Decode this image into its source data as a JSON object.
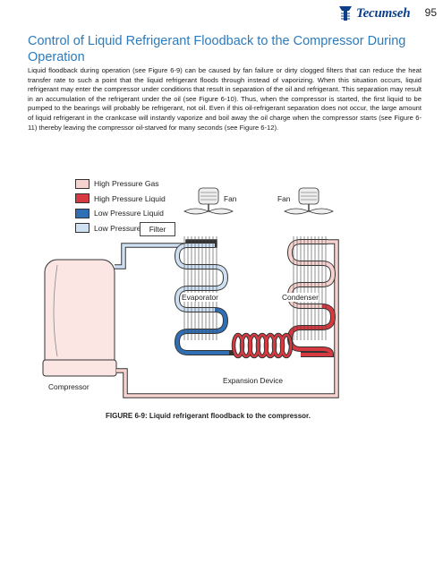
{
  "header": {
    "logo_text": "Tecumseh",
    "page_number": "95"
  },
  "section": {
    "title": "Control of Liquid Refrigerant Floodback to the Compressor During Operation",
    "body": "Liquid floodback during operation (see Figure 6-9) can be caused by fan failure or dirty clogged filters that can reduce the heat transfer rate to such a point that the liquid refrigerant floods through instead of vaporizing.  When this situation occurs, liquid refrigerant may enter the compressor under conditions that result in separation of the oil and refrigerant.  This separation may result in an accumulation of the refrigerant under the oil (see Figure 6-10).  Thus, when the compressor is started, the first liquid to be pumped to the bearings will probably be refrigerant, not oil.  Even if this oil-refrigerant separation does not occur, the large amount of liquid refrigerant in the crankcase will instantly vaporize and boil away the oil charge when the compressor starts (see Figure 6-11) thereby leaving the compressor oil-starved for many seconds (see Figure 6-12)."
  },
  "figure": {
    "legend": [
      {
        "label": "High Pressure Gas",
        "color": "#f6d3cf"
      },
      {
        "label": "High Pressure Liquid",
        "color": "#d63a40"
      },
      {
        "label": "Low Pressure Liquid",
        "color": "#2f6fb5"
      },
      {
        "label": "Low Pressure Gas",
        "color": "#cfe0f2"
      }
    ],
    "labels": {
      "fan_left": "Fan",
      "fan_right": "Fan",
      "filter": "Filter",
      "evaporator": "Evaporator",
      "condenser": "Condenser",
      "expansion": "Expansion Device",
      "compressor": "Compressor"
    },
    "caption_bold": "FIGURE 6-9:",
    "caption_text": "Liquid refrigerant floodback to the compressor."
  }
}
